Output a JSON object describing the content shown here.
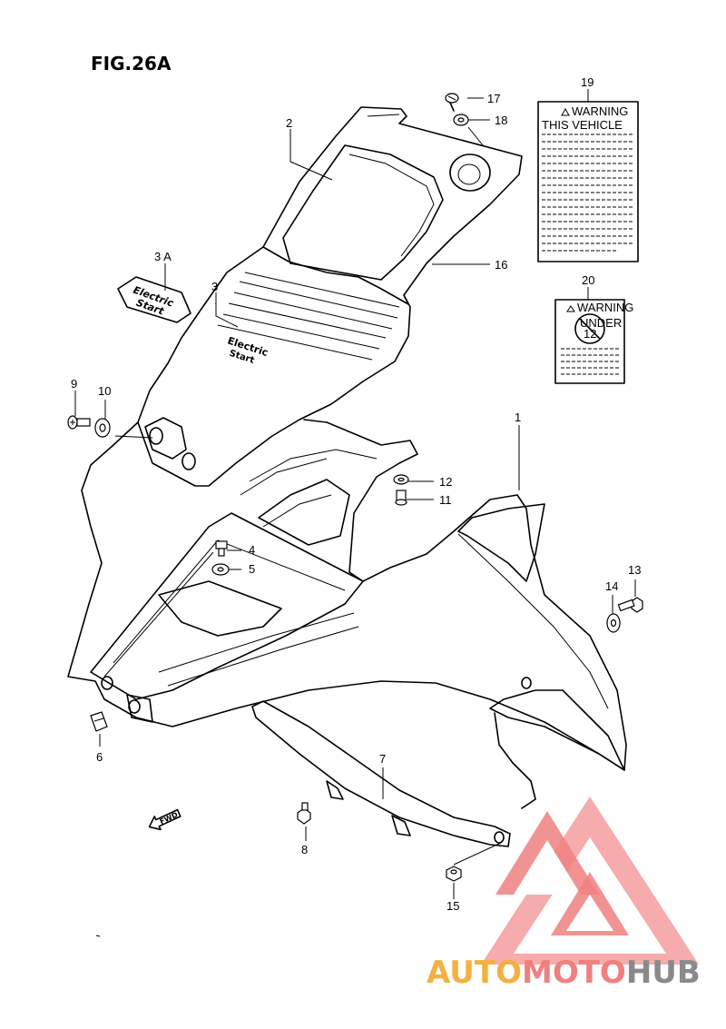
{
  "figure": {
    "title": "FIG.26A"
  },
  "callouts": {
    "c1": "1",
    "c2": "2",
    "c3": "3",
    "c3a": "3 A",
    "c4": "4",
    "c5": "5",
    "c6": "6",
    "c7": "7",
    "c8": "8",
    "c9": "9",
    "c10": "10",
    "c11": "11",
    "c12": "12",
    "c13": "13",
    "c14": "14",
    "c15": "15",
    "c16": "16",
    "c17": "17",
    "c18": "18",
    "c19": "19",
    "c20": "20"
  },
  "labels": {
    "warning_title": "WARNING",
    "warning_subtitle": "THIS VEHICLE",
    "warning2_title": "WARNING",
    "age_under": "UNDER",
    "age_number": "12",
    "emblem_line1": "Electric",
    "emblem_line2": "Start",
    "fwd": "FWD"
  },
  "watermark": {
    "part1": "AUTO",
    "part2": "MOTO",
    "part3": "HUB",
    "colors": {
      "orange": "#f5b041",
      "red": "#f08080",
      "grey": "#8a8a8a"
    }
  }
}
